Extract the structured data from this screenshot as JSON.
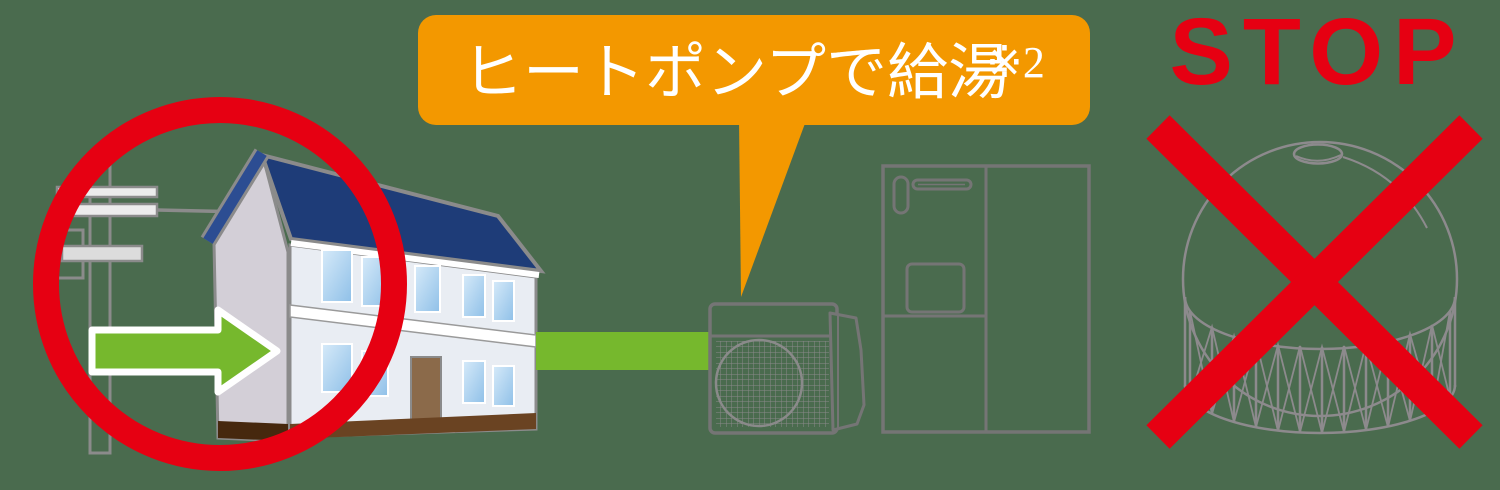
{
  "bubble": {
    "text": "ヒートポンプで給湯",
    "note": "※2"
  },
  "stop_label": "STOP",
  "colors": {
    "bg": "#4a6b4e",
    "red": "#e60012",
    "orange": "#f39800",
    "green": "#76b82d",
    "navy": "#1e3c78",
    "navy2": "#2c4d92",
    "gray": "#8b8b8b",
    "gray2": "#8a8a8a",
    "unit": "#757575",
    "tankline": "#8d8a8d",
    "wall1": "#e9edf3",
    "wall2": "#d3cfd7",
    "win1": "#d6eaf9",
    "win2": "#8fc0e8",
    "door": "#8b6a4a",
    "found1": "#6a4322",
    "found2": "#46280e",
    "arm": "#ececec",
    "arm2": "#dcdcdc",
    "step": "#e7e0d2",
    "white": "#ffffff"
  },
  "icons": {
    "prohibition-circle-icon": "red-ring",
    "flow-arrow-icon": "green-right-arrow",
    "cross-out-icon": "red-x"
  }
}
